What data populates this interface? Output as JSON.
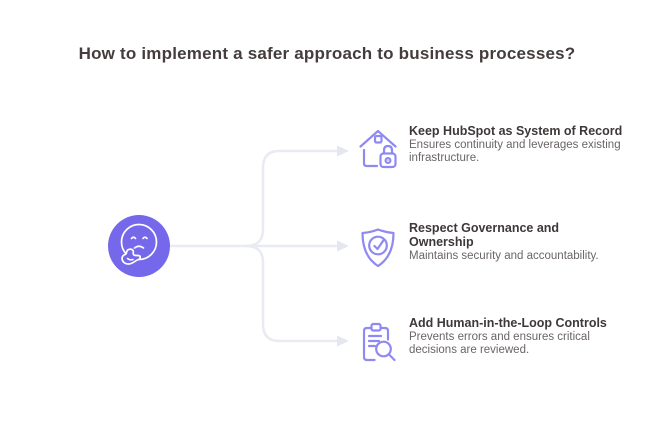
{
  "title": "How to implement a safer approach to business processes?",
  "center_node": {
    "icon": "thinking-face-icon"
  },
  "items": [
    {
      "icon": "house-lock-icon",
      "title": "Keep HubSpot as System of Record",
      "description": "Ensures continuity and leverages existing infrastructure."
    },
    {
      "icon": "shield-check-icon",
      "title": "Respect Governance and Ownership",
      "description": "Maintains security and accountability."
    },
    {
      "icon": "clipboard-search-icon",
      "title": "Add Human-in-the-Loop Controls",
      "description": "Prevents errors and ensures critical decisions are reviewed."
    }
  ],
  "colors": {
    "background": "#ffffff",
    "title_text": "#453d3d",
    "item_title_text": "#3e3838",
    "item_desc_text": "#6b6565",
    "node_fill": "#7668ea",
    "icon_stroke": "#8f89f2",
    "connector": "#e9ebf2",
    "arrowhead": "#e4e7ef"
  }
}
